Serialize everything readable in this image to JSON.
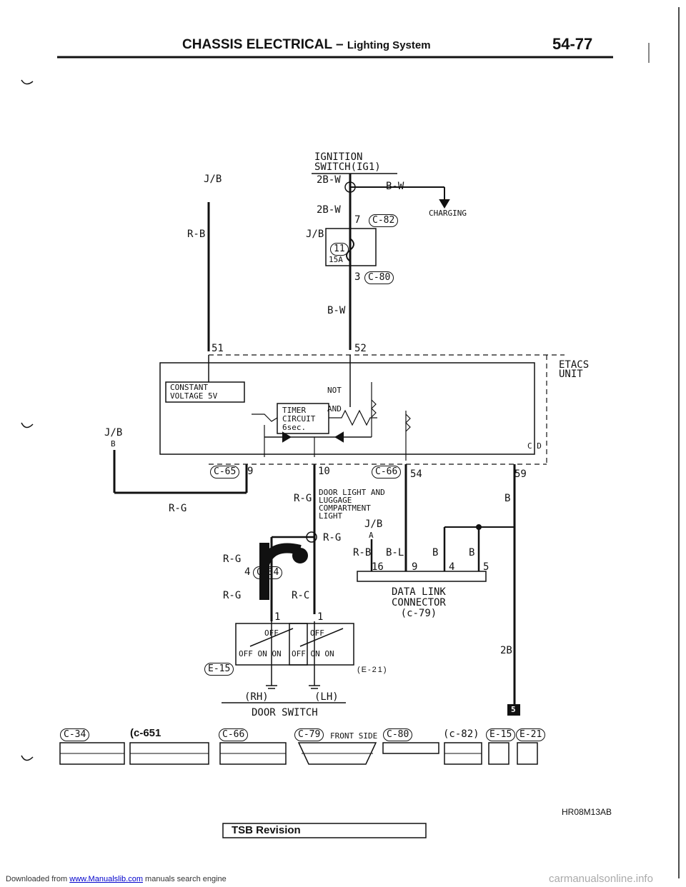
{
  "header": {
    "title": "CHASSIS ELECTRICAL",
    "dash": "–",
    "subtitle": "Lighting System",
    "page": "54-77"
  },
  "labels": {
    "ignition_l1": "IGNITION",
    "ignition_l2": "SWITCH(IG1)",
    "jb_top": "J/B",
    "wire_2bw_1": "2B-W",
    "wire_bw_charge": "B-W",
    "wire_2bw_2": "2B-W",
    "charging": "CHARGING",
    "pin7": "7",
    "conn_c82": "C-82",
    "wire_rb_left": "R-B",
    "jb_fuse": "J/B",
    "fuse_no": "11",
    "fuse_amp": "15A",
    "pin3": "3",
    "conn_c80": "C-80",
    "wire_bw_low": "B-W",
    "pin51": "51",
    "pin52": "52",
    "etacs_l1": "ETACS",
    "etacs_l2": "UNIT",
    "constant_l1": "CONSTANT",
    "constant_l2": "VOLTAGE 5V",
    "not_gate": "NOT",
    "and_gate": "AND",
    "timer_l1": "TIMER",
    "timer_l2": "CIRCUIT",
    "timer_l3": "6sec.",
    "jb_left": "J/B",
    "jb_left_pin": "B",
    "cd": "C D",
    "conn_c65": "C-65",
    "pin9": "9",
    "pin10": "10",
    "conn_c66": "C-66",
    "pin54": "54",
    "pin59": "59",
    "wire_rg_left": "R-G",
    "wire_rg_mid": "R-G",
    "door_l1": "DOOR LIGHT AND",
    "door_l2": "LUGGAGE",
    "door_l3": "COMPARTMENT",
    "door_l4": "LIGHT",
    "wire_b_right": "B",
    "jb_mid": "J/B",
    "jb_mid_pin": "A",
    "wire_rg_junction": "R-G",
    "wire_rg_a": "R-G",
    "pin4": "4",
    "conn_c34": "C-34",
    "wire_rb": "R-B",
    "wire_bl": "B-L",
    "wire_b1": "B",
    "wire_b2": "B",
    "dlc_pin16": "16",
    "dlc_pin9": "9",
    "dlc_pin4": "4",
    "dlc_pin5": "5",
    "dlc_l1": "DATA LINK",
    "dlc_l2": "CONNECTOR",
    "dlc_l3": "(c-79)",
    "wire_rg_b": "R-G",
    "wire_rc": "R-C",
    "sw_pin1_left": "1",
    "sw_pin1_right": "1",
    "sw_off_top": "OFF",
    "sw_off": "OFF",
    "sw_on1": "ON",
    "sw_on2": "ON",
    "conn_e15": "E-15",
    "conn_e21_label": "(E-21)",
    "wire_2b": "2B",
    "rh": "(RH)",
    "lh": "(LH)",
    "door_switch": "DOOR SWITCH",
    "rev_mark": "5",
    "code": "HR08M13AB",
    "tsb": "TSB Revision"
  },
  "connector_row": {
    "c34": "C-34",
    "c65": "(c-651",
    "c66": "C-66",
    "c79": "C-79",
    "front_side": "FRONT SIDE",
    "c80": "C-80",
    "c82": "(c-82)",
    "e15": "E-15",
    "e21": "E-21"
  },
  "footer": {
    "downloaded": "Downloaded from",
    "site": "www.Manualslib.com",
    "tail": "manuals search engine",
    "watermark": "carmanualsonline.info"
  }
}
